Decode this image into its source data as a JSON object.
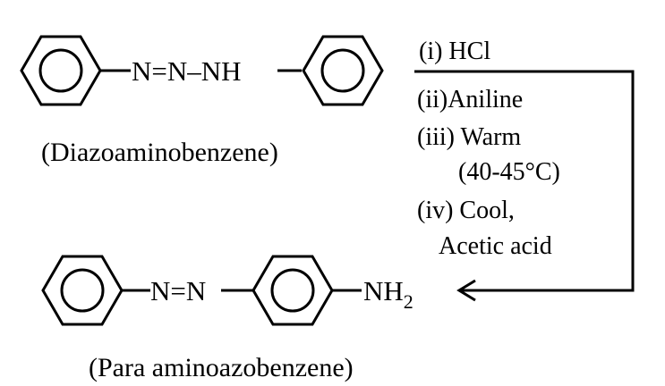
{
  "reactant": {
    "linker": "N=N–NH",
    "name": "(Diazoaminobenzene)"
  },
  "conditions": {
    "step1": "(i) HCl",
    "step2": "(ii)Aniline",
    "step3": "(iii) Warm",
    "step3_temp": "(40-45°C)",
    "step4": "(iv) Cool,",
    "step4_reagent": "Acetic acid"
  },
  "product": {
    "azo": "N=N",
    "amine_main": "NH",
    "amine_sub": "2",
    "name": "(Para aminoazobenzene)"
  }
}
